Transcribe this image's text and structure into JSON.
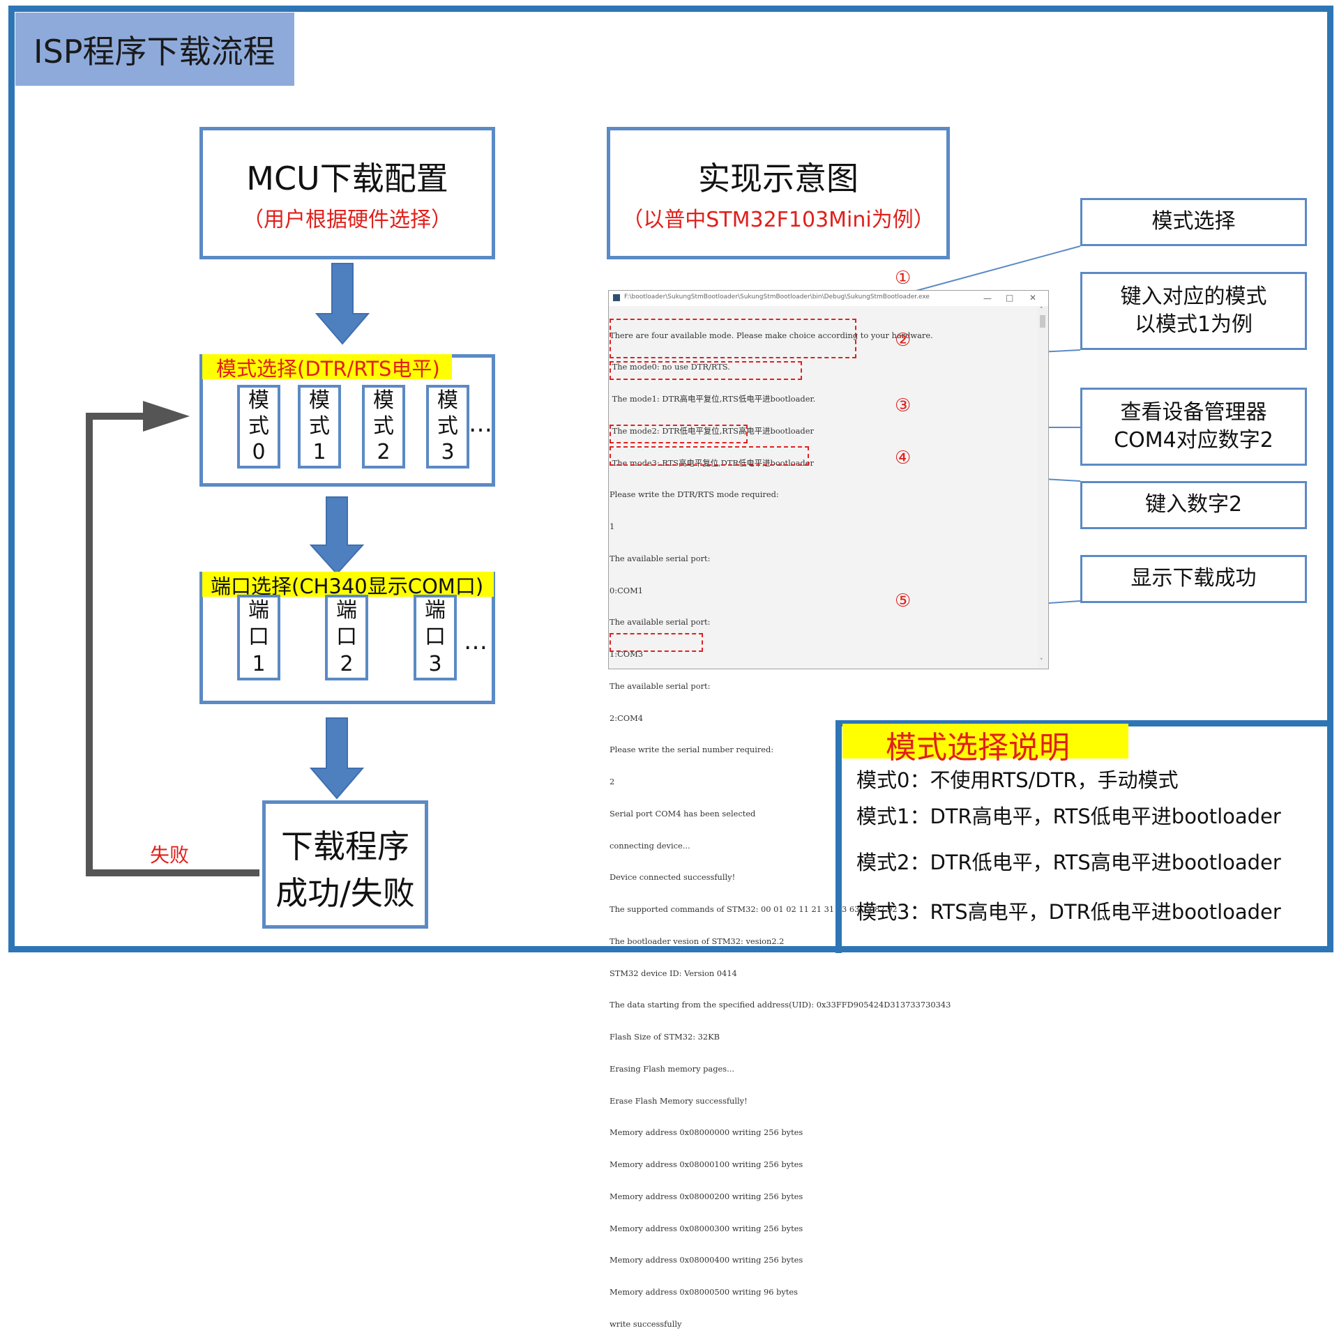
{
  "title": "ISP程序下载流程",
  "mcu_box": {
    "title": "MCU下载配置",
    "subtitle": "（用户根据硬件选择）"
  },
  "impl_box": {
    "title": "实现示意图",
    "subtitle": "（以普中STM32F103Mini为例）"
  },
  "mode_select": {
    "label": "模式选择(DTR/RTS电平)",
    "items": [
      {
        "line1": "模",
        "line2": "式",
        "line3": "0"
      },
      {
        "line1": "模",
        "line2": "式",
        "line3": "1"
      },
      {
        "line1": "模",
        "line2": "式",
        "line3": "2"
      },
      {
        "line1": "模",
        "line2": "式",
        "line3": "3"
      }
    ],
    "more": "…"
  },
  "port_select": {
    "label": "端口选择(CH340显示COM口)",
    "items": [
      {
        "line1": "端",
        "line2": "口",
        "line3": "1"
      },
      {
        "line1": "端",
        "line2": "口",
        "line3": "2"
      },
      {
        "line1": "端",
        "line2": "口",
        "line3": "3"
      }
    ],
    "more": "…"
  },
  "result_box": {
    "line1": "下载程序",
    "line2": "成功/失败"
  },
  "fail_label": "失败",
  "console": {
    "path": "F:\\bootloader\\SukungStmBootloader\\SukungStmBootloader\\bin\\Debug\\SukungStmBootloader.exe",
    "minimize": "—",
    "maximize": "□",
    "close": "✕",
    "lines": [
      "There are four available mode. Please make choice according to your hardware.",
      " The mode0: no use DTR/RTS.",
      " The mode1: DTR高电平复位,RTS低电平进bootloader.",
      " The mode2: DTR低电平复位,RTS高电平进bootloader",
      " The mode3: RTS高电平复位,DTR低电平进bootloader",
      "Please write the DTR/RTS mode required:",
      "1",
      "The available serial port:",
      "0:COM1",
      "The available serial port:",
      "1:COM3",
      "The available serial port:",
      "2:COM4",
      "Please write the serial number required:",
      "2",
      "Serial port COM4 has been selected",
      "connecting device...",
      "Device connected successfully!",
      "The supported commands of STM32: 00 01 02 11 21 31 43 63 73 82 92",
      "The bootloader vesion of STM32: vesion2.2",
      "STM32 device ID: Version 0414",
      "The data starting from the specified address(UID): 0x33FFD905424D313733730343",
      "Flash Size of STM32: 32KB",
      "Erasing Flash memory pages...",
      "Erase Flash Memory successfully!",
      "Memory address 0x08000000 writing 256 bytes",
      "Memory address 0x08000100 writing 256 bytes",
      "Memory address 0x08000200 writing 256 bytes",
      "Memory address 0x08000300 writing 256 bytes",
      "Memory address 0x08000400 writing 256 bytes",
      "Memory address 0x08000500 writing 96 bytes",
      "write successfully"
    ]
  },
  "markers": [
    "①",
    "②",
    "③",
    "④",
    "⑤"
  ],
  "callouts": [
    {
      "line1": "模式选择",
      "line2": ""
    },
    {
      "line1": "键入对应的模式",
      "line2": "以模式1为例"
    },
    {
      "line1": "查看设备管理器",
      "line2": "COM4对应数字2"
    },
    {
      "line1": "键入数字2",
      "line2": ""
    },
    {
      "line1": "显示下载成功",
      "line2": ""
    }
  ],
  "legend": {
    "title": "模式选择说明",
    "lines": [
      "模式0：不使用RTS/DTR，手动模式",
      "模式1：DTR高电平，RTS低电平进bootloader",
      "模式2：DTR低电平，RTS高电平进bootloader",
      "模式3：RTS高电平，DTR低电平进bootloader"
    ]
  },
  "colors": {
    "frame": "#2e75b6",
    "box_border": "#5b8ac5",
    "arrow": "#4e7fbf",
    "title_bg": "#8eaadb",
    "highlight": "#ffff00",
    "accent_red": "#e0201b",
    "loop_arrow": "#555555"
  }
}
